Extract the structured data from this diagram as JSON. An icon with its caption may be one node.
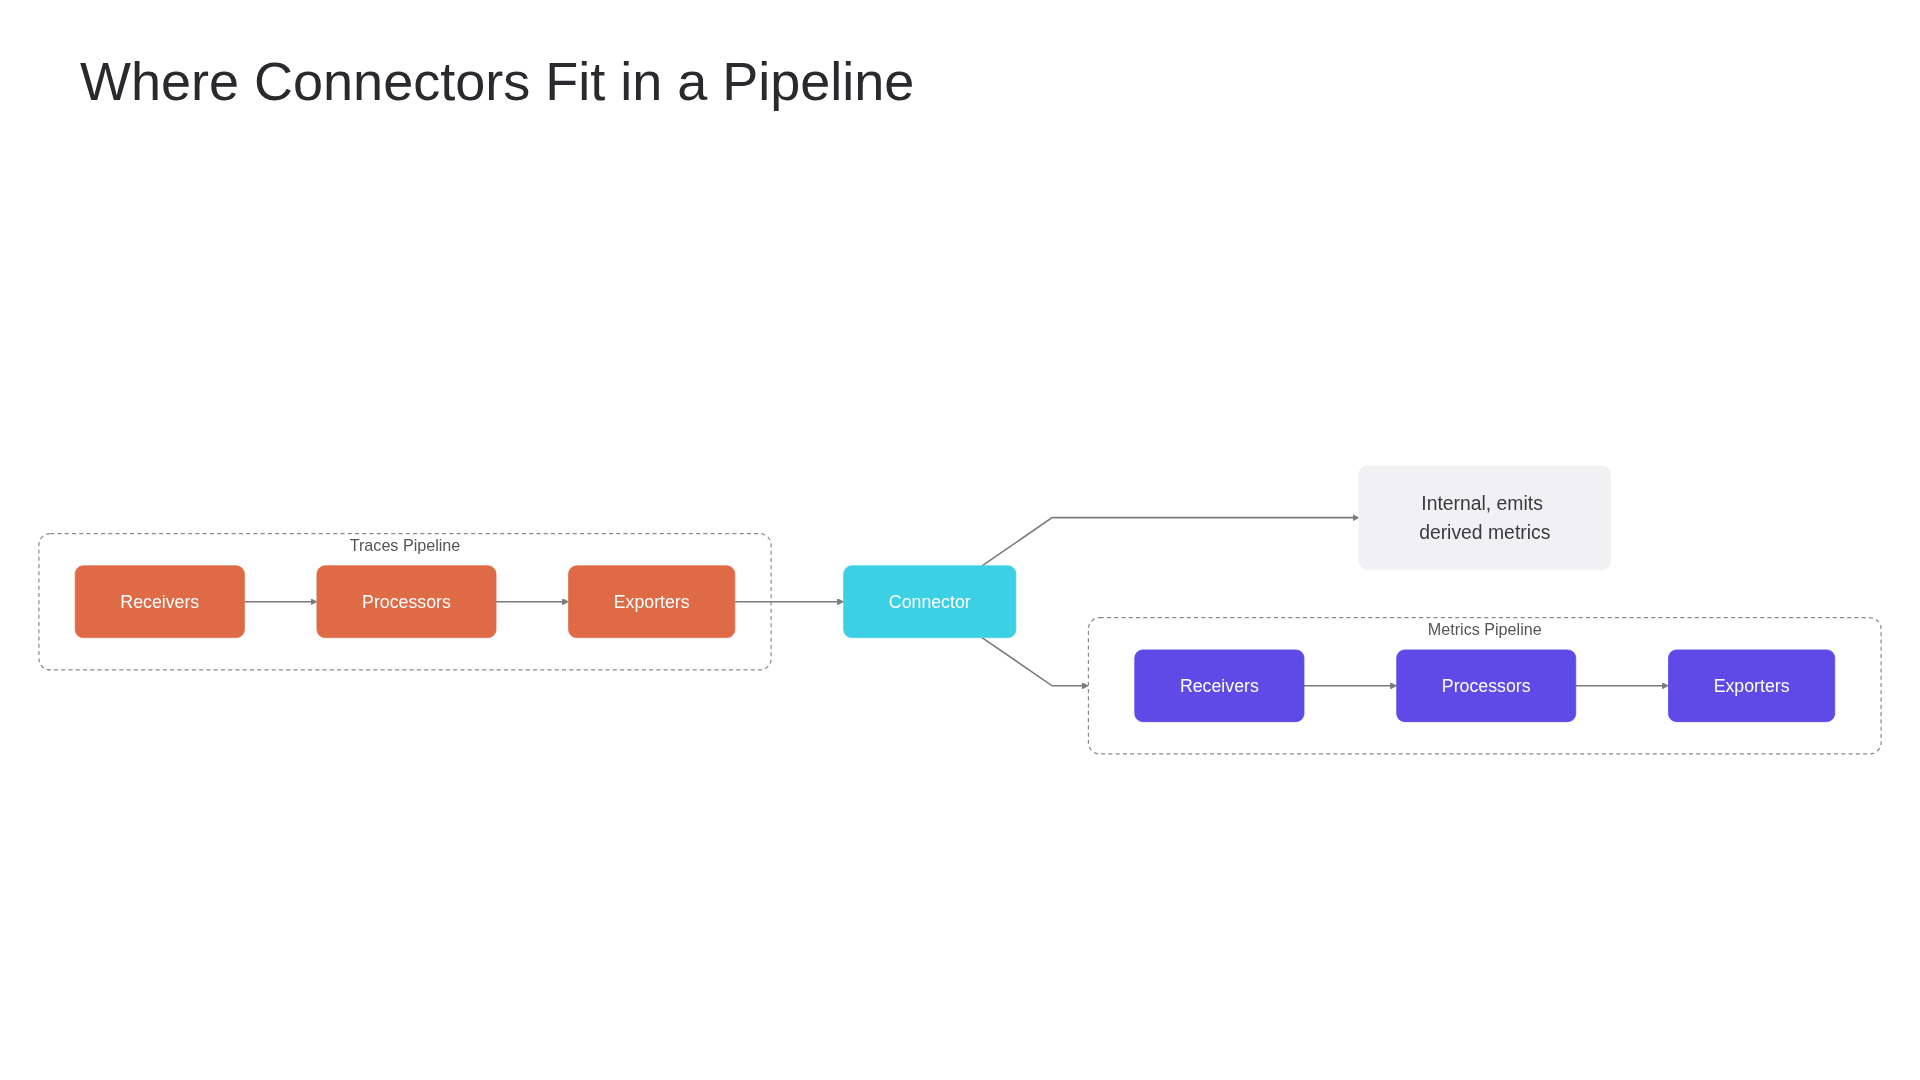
{
  "diagram": {
    "title": "Where Connectors Fit in a Pipeline",
    "nodes": [
      {
        "text": [
          "Traces Pipeline"
        ]
      },
      {
        "text": [
          "Receivers"
        ],
        "in": 0
      },
      {
        "text": [
          "Processors"
        ],
        "in": 0
      },
      {
        "text": [
          "Exporters"
        ],
        "in": 0
      },
      {
        "text": [
          "Connector"
        ]
      },
      {
        "text": [
          "Internal, emits derived metrics"
        ]
      },
      {
        "text": [
          "Metrics Pipeline"
        ]
      },
      {
        "text": [
          "Receivers"
        ],
        "in": 6
      },
      {
        "text": [
          "Processors"
        ],
        "in": 6
      },
      {
        "text": [
          "Exporters"
        ],
        "in": 6
      }
    ],
    "edges": [
      {
        "from": 1,
        "to": 2,
        "arrow": "to"
      },
      {
        "from": 2,
        "to": 3,
        "arrow": "to"
      },
      {
        "from": 3,
        "to": 4,
        "arrow": "to"
      },
      {
        "from": 4,
        "to": 5,
        "arrow": "to"
      },
      {
        "from": 4,
        "to": 6,
        "arrow": "to"
      },
      {
        "from": 7,
        "to": 8,
        "arrow": "to"
      },
      {
        "from": 8,
        "to": 9,
        "arrow": "to"
      }
    ]
  }
}
